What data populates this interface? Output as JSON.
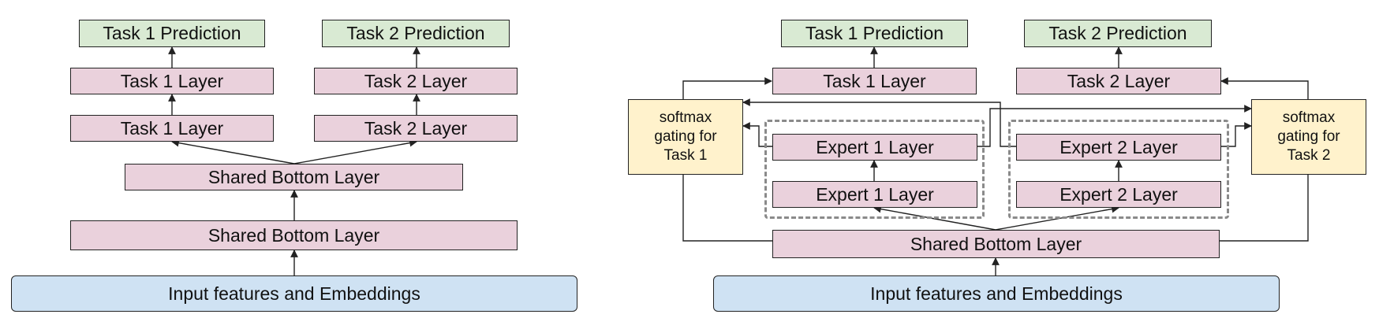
{
  "colors": {
    "prediction": "#d9ead3",
    "layer": "#ead1dc",
    "input": "#cfe2f3",
    "gate": "#fff2cc",
    "border": "#222222",
    "dashed_group": "#8a8a8a"
  },
  "shared_bottom": {
    "task1_prediction": "Task 1 Prediction",
    "task2_prediction": "Task 2 Prediction",
    "task1_layer_top": "Task 1 Layer",
    "task2_layer_top": "Task 2 Layer",
    "task1_layer_bottom": "Task 1 Layer",
    "task2_layer_bottom": "Task 2 Layer",
    "shared_bottom_upper": "Shared Bottom Layer",
    "shared_bottom_lower": "Shared Bottom Layer",
    "input": "Input features and Embeddings"
  },
  "mmoe": {
    "task1_prediction": "Task 1 Prediction",
    "task2_prediction": "Task 2 Prediction",
    "task1_layer": "Task 1 Layer",
    "task2_layer": "Task 2 Layer",
    "gate1": "softmax\ngating for\nTask 1",
    "gate2": "softmax\ngating for\nTask 2",
    "expert1_layer_top": "Expert 1 Layer",
    "expert1_layer_bottom": "Expert 1 Layer",
    "expert2_layer_top": "Expert 2 Layer",
    "expert2_layer_bottom": "Expert 2 Layer",
    "shared_bottom": "Shared Bottom Layer",
    "input": "Input features and Embeddings"
  }
}
